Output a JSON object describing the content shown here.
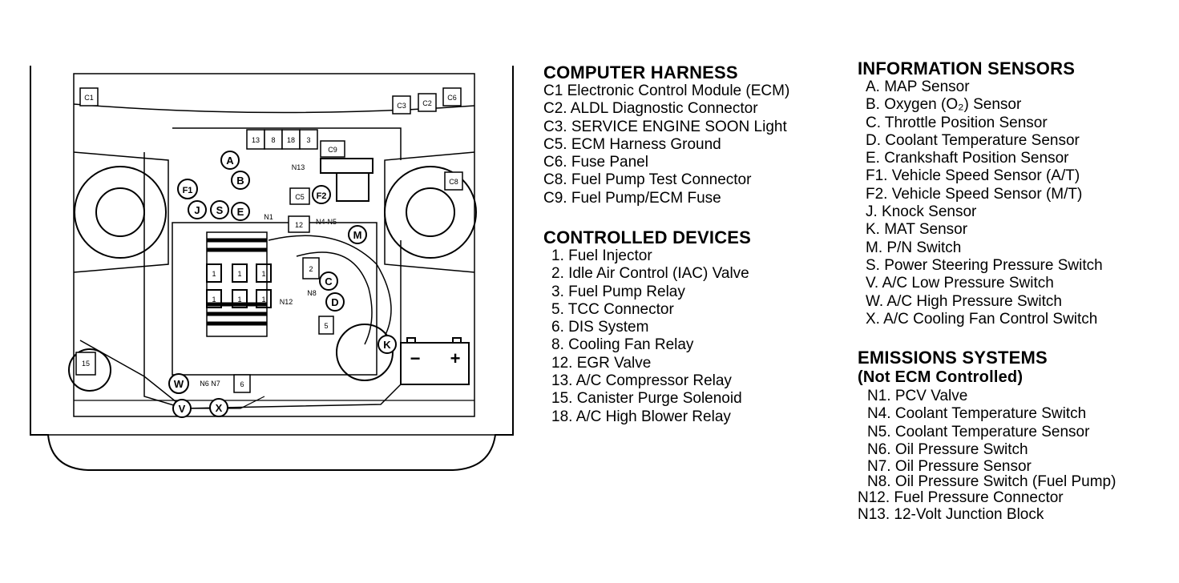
{
  "diagram": {
    "callouts": {
      "c1": "C1",
      "c3": "C3",
      "c2": "C2",
      "c6": "C6",
      "c8": "C8",
      "c9": "C9",
      "c5": "C5",
      "r13": "13",
      "r8": "8",
      "r18": "18",
      "r3": "3",
      "r12": "12",
      "r2": "2",
      "r5": "5",
      "r6": "6",
      "r15": "15",
      "a": "A",
      "b": "B",
      "f1": "F1",
      "f2": "F2",
      "j": "J",
      "s": "S",
      "e": "E",
      "m": "M",
      "c": "C",
      "d": "D",
      "k": "K",
      "w": "W",
      "v": "V",
      "x": "X",
      "n13": "N13",
      "n1": "N1",
      "n4n5": "N4-N5",
      "n8": "N8",
      "n12": "N12",
      "n6n7": "N6 N7",
      "inj1": "1",
      "inj2": "1",
      "inj3": "1",
      "inj4": "1",
      "inj5": "1",
      "inj6": "1",
      "batt_minus": "−",
      "batt_plus": "+"
    }
  },
  "legend": {
    "computer_harness": {
      "title": "COMPUTER HARNESS",
      "items": [
        "C1  Electronic Control Module (ECM)",
        "C2. ALDL Diagnostic Connector",
        "C3. SERVICE ENGINE SOON Light",
        "C5. ECM Harness Ground",
        "C6. Fuse Panel",
        "C8. Fuel Pump Test Connector",
        "C9. Fuel Pump/ECM Fuse"
      ]
    },
    "controlled_devices": {
      "title": "CONTROLLED DEVICES",
      "items": [
        "1. Fuel Injector",
        "2. Idle Air Control (IAC) Valve",
        "3. Fuel Pump Relay",
        "5. TCC Connector",
        "6. DIS System",
        "8. Cooling Fan Relay",
        "12. EGR Valve",
        "13. A/C Compressor Relay",
        "15. Canister Purge Solenoid",
        "18. A/C High Blower Relay"
      ]
    },
    "information_sensors": {
      "title": "INFORMATION SENSORS",
      "items": [
        "A. MAP Sensor",
        "B. Oxygen (O₂) Sensor",
        "C. Throttle Position Sensor",
        "D. Coolant Temperature Sensor",
        "E. Crankshaft Position Sensor",
        "F1. Vehicle Speed Sensor (A/T)",
        "F2. Vehicle Speed Sensor (M/T)",
        "J. Knock Sensor",
        "K. MAT Sensor",
        "M. P/N Switch",
        "S. Power Steering Pressure Switch",
        "V. A/C Low Pressure Switch",
        "W. A/C High Pressure Switch",
        "X. A/C Cooling Fan Control Switch"
      ]
    },
    "emissions_systems": {
      "title": "EMISSIONS SYSTEMS",
      "subtitle": "(Not ECM Controlled)",
      "items": [
        "N1. PCV Valve",
        "N4. Coolant Temperature Switch",
        "N5. Coolant Temperature Sensor",
        "N6. Oil Pressure Switch",
        "N7. Oil Pressure Sensor",
        "N8. Oil Pressure Switch (Fuel Pump)",
        "N12. Fuel Pressure Connector",
        "N13. 12-Volt Junction Block"
      ]
    }
  }
}
